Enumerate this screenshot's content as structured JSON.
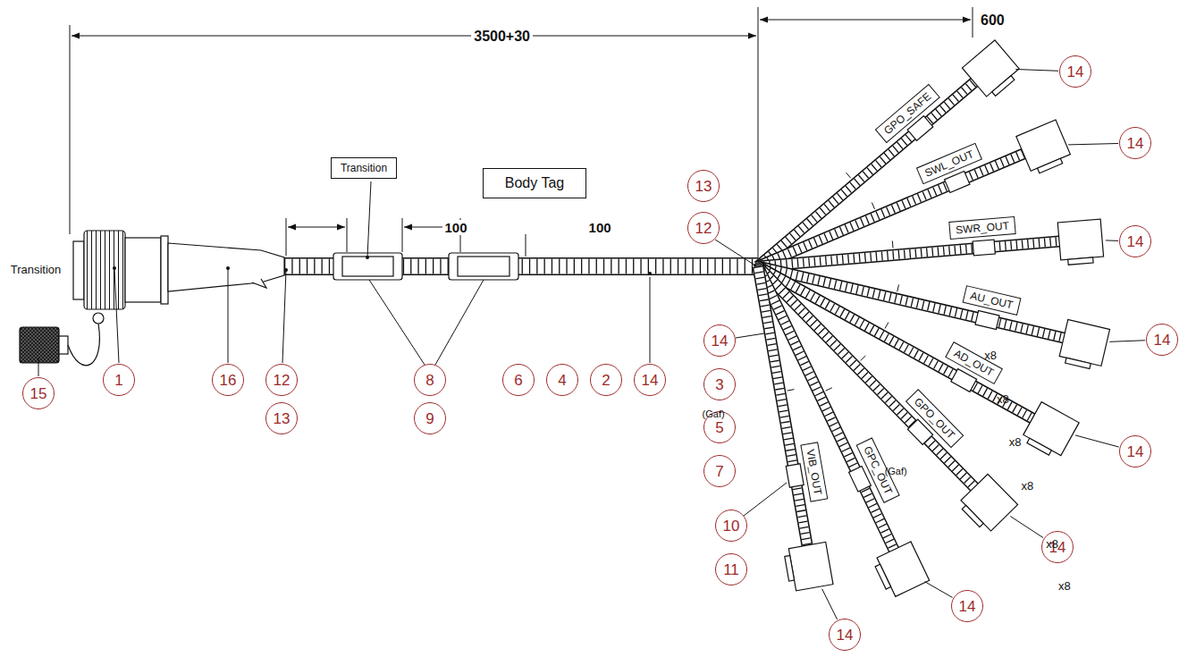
{
  "diagram": {
    "nodes": [
      {
        "text": [
          "Transition"
        ]
      },
      {
        "text": [
          "Body Tag"
        ]
      },
      {
        "text": [
          "15"
        ]
      },
      {
        "text": [
          "1"
        ]
      },
      {
        "text": [
          "16"
        ]
      },
      {
        "text": [
          "12"
        ]
      },
      {
        "text": [
          "13"
        ]
      },
      {
        "text": [
          "8"
        ]
      },
      {
        "text": [
          "9"
        ]
      },
      {
        "text": [
          "6"
        ]
      },
      {
        "text": [
          "4"
        ]
      },
      {
        "text": [
          "2"
        ]
      },
      {
        "text": [
          "14"
        ]
      },
      {
        "text": [
          "13"
        ]
      },
      {
        "text": [
          "12"
        ]
      },
      {
        "text": [
          "14"
        ]
      },
      {
        "text": [
          "3"
        ]
      },
      {
        "text": [
          "5"
        ]
      },
      {
        "text": [
          "7"
        ]
      },
      {
        "text": [
          "10"
        ]
      },
      {
        "text": [
          "11"
        ]
      },
      {
        "text": [
          "GPO_SAFE"
        ]
      },
      {
        "text": [
          "SWL_OUT"
        ]
      },
      {
        "text": [
          "SWR_OUT"
        ]
      },
      {
        "text": [
          "AU_OUT"
        ]
      },
      {
        "text": [
          "AD_OUT"
        ]
      },
      {
        "text": [
          "GPO_OUT"
        ]
      },
      {
        "text": [
          "GPC_OUT"
        ]
      },
      {
        "text": [
          "VIB_OUT"
        ]
      },
      {
        "text": [
          "14"
        ]
      },
      {
        "text": [
          "14"
        ]
      },
      {
        "text": [
          "14"
        ]
      },
      {
        "text": [
          "14"
        ]
      },
      {
        "text": [
          "14"
        ]
      },
      {
        "text": [
          "14"
        ]
      },
      {
        "text": [
          "14"
        ]
      },
      {
        "text": [
          "14"
        ]
      }
    ],
    "labels": [
      "Transition",
      "3500+30",
      "600",
      "100",
      "100",
      "(Gaf)",
      "(Gaf)",
      "x8",
      "x8",
      "x8",
      "x8",
      "x8",
      "x8"
    ]
  }
}
